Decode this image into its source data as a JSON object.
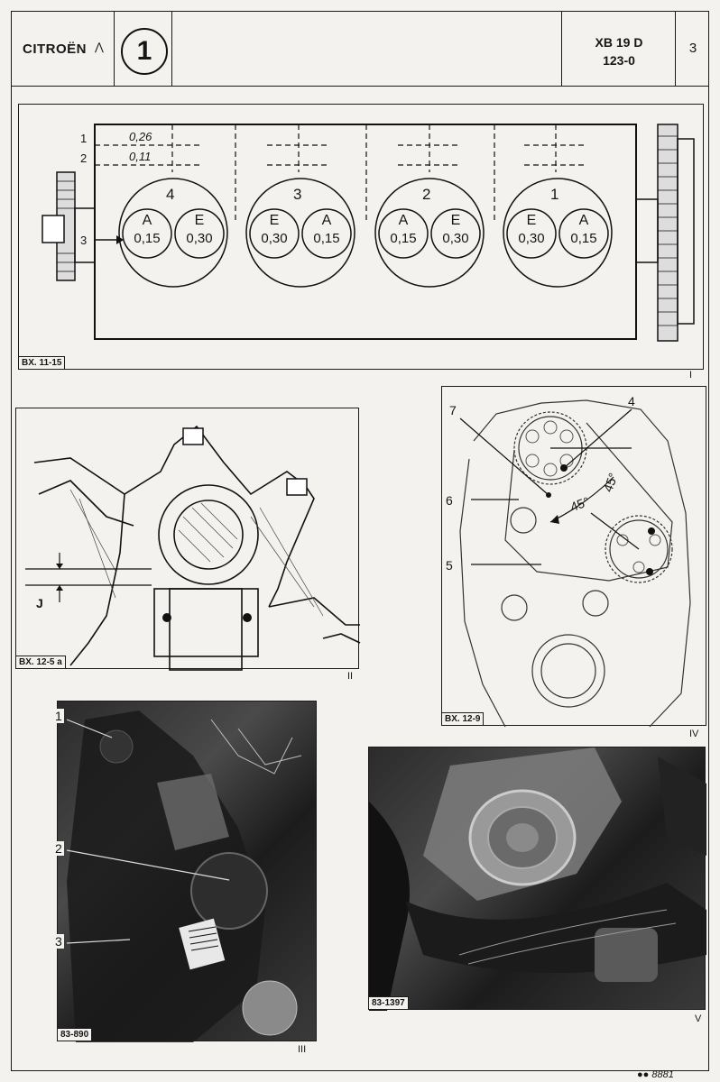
{
  "header": {
    "brand": "CITROËN",
    "chapter": "1",
    "model": "XB 19 D",
    "code": "123-0",
    "page": "3"
  },
  "fig1": {
    "caption": "BX. 11-15",
    "roman": "I",
    "lines": [
      "1",
      "2",
      "3"
    ],
    "gap_values": [
      "0,26",
      "0,11"
    ],
    "cylinders": [
      {
        "num": "4",
        "left": {
          "l": "A",
          "v": "0,15"
        },
        "right": {
          "l": "E",
          "v": "0,30"
        }
      },
      {
        "num": "3",
        "left": {
          "l": "E",
          "v": "0,30"
        },
        "right": {
          "l": "A",
          "v": "0,15"
        }
      },
      {
        "num": "2",
        "left": {
          "l": "A",
          "v": "0,15"
        },
        "right": {
          "l": "E",
          "v": "0,30"
        }
      },
      {
        "num": "1",
        "left": {
          "l": "E",
          "v": "0,30"
        },
        "right": {
          "l": "A",
          "v": "0,15"
        }
      }
    ]
  },
  "fig2": {
    "caption": "BX. 12-5 a",
    "roman": "II",
    "label_j": "J"
  },
  "fig3": {
    "caption": "83-890",
    "roman": "III",
    "labels": [
      "1",
      "2",
      "3"
    ]
  },
  "fig4": {
    "caption": "BX. 12-9",
    "roman": "IV",
    "labels": [
      "7",
      "4",
      "6",
      "5"
    ],
    "angles": [
      "45°",
      "45°"
    ]
  },
  "fig5": {
    "caption": "83-1397",
    "roman": "V"
  },
  "footer": {
    "ref": "●● 8881"
  }
}
